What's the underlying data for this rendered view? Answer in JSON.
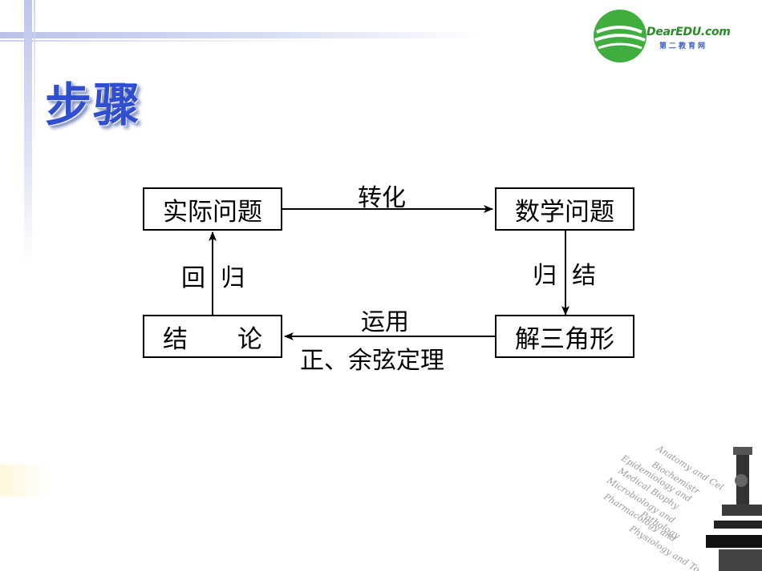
{
  "title": "步骤",
  "logo": {
    "text": "DearEDU.com",
    "subtitle": "第二教育网"
  },
  "diagram": {
    "nodes": {
      "real_problem": "实际问题",
      "math_problem": "数学问题",
      "solve_triangle": "解三角形",
      "conclusion": "结　　论"
    },
    "edges": {
      "transform": "转化",
      "summarize": "归  结",
      "apply_line1": "运用",
      "apply_line2": "正、余弦定理",
      "return": "回  归"
    }
  },
  "decor": {
    "background_words": [
      "Anatomy and Cel",
      "Biochemistr",
      "Epidemiology and",
      "Medical Biophy",
      "Microbiology and",
      "Pharmacology and",
      "Pathology",
      "Physiology and To"
    ]
  },
  "colors": {
    "title": "#2f4fd0",
    "decor_line": "#bcc6ec",
    "logo_green": "#2a8a2a"
  }
}
